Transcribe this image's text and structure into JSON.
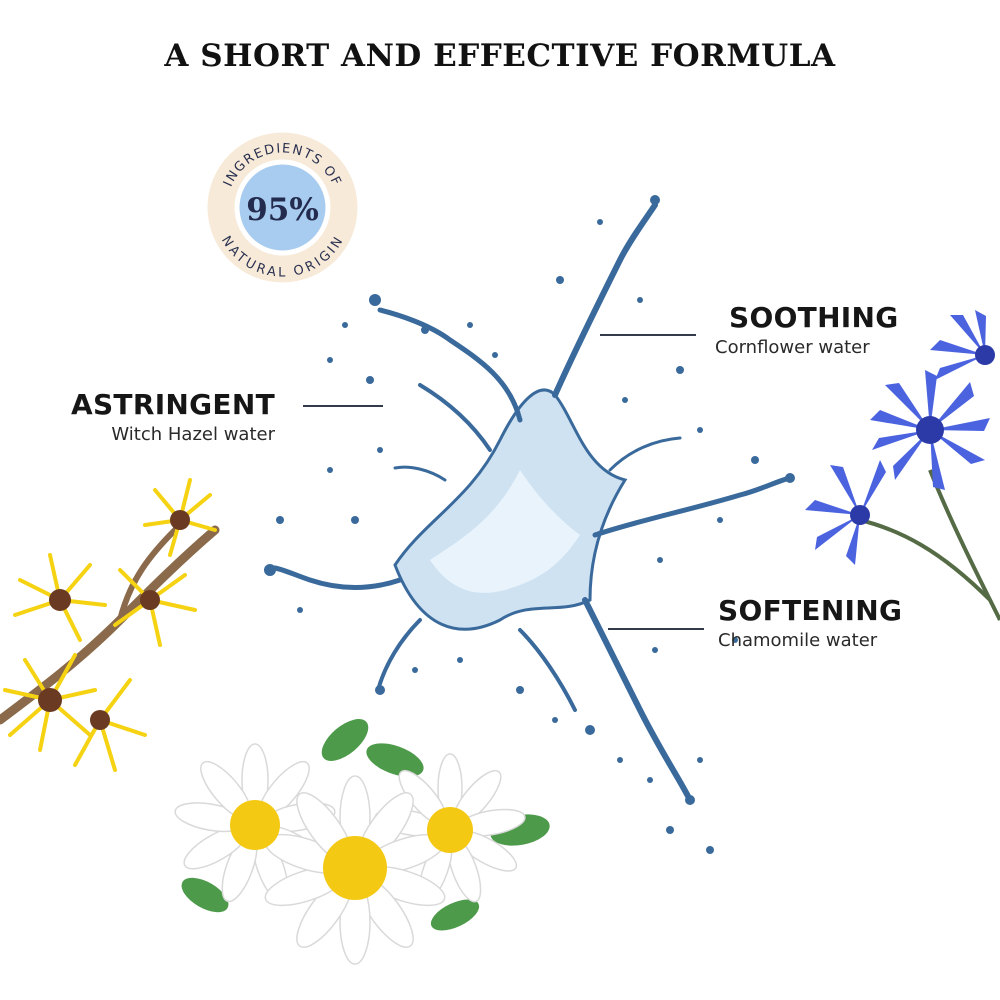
{
  "title": "A SHORT AND EFFECTIVE FORMULA",
  "badge": {
    "percent": "95%",
    "arc_top": "INGREDIENTS OF",
    "arc_bottom": "NATURAL ORIGIN"
  },
  "features": [
    {
      "heading": "ASTRINGENT",
      "ingredient": "Witch Hazel water"
    },
    {
      "heading": "SOOTHING",
      "ingredient": "Cornflower water"
    },
    {
      "heading": "SOFTENING",
      "ingredient": "Chamomile water"
    }
  ],
  "colors": {
    "water": "#3a6a9c",
    "badge_fill": "#a8ccef",
    "badge_ring": "#f7ead8",
    "witch_hazel": "#f5d313",
    "cornflower": "#4c63e0",
    "daisy_center": "#f4c914"
  }
}
